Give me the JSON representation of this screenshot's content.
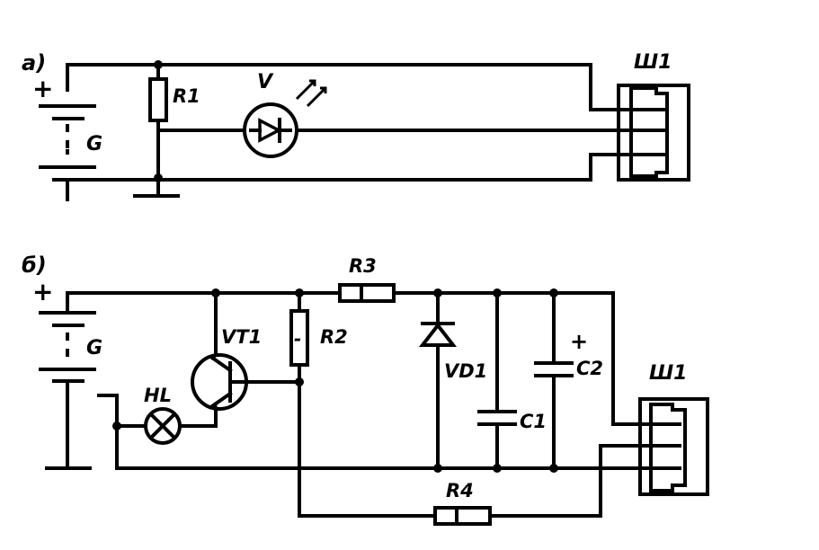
{
  "circuit_a": {
    "panel_label": "а)",
    "battery": {
      "polarity": "+",
      "label": "G"
    },
    "resistor": "R1",
    "indicator": "V",
    "connector": "Ш1"
  },
  "circuit_b": {
    "panel_label": "б)",
    "battery": {
      "polarity": "+",
      "label": "G"
    },
    "lamp": "HL",
    "transistor": "VT1",
    "resistor_r2": "R2",
    "resistor_r2_mark": "-",
    "resistor_r3": "R3",
    "resistor_r4": "R4",
    "diode": "VD1",
    "capacitor_c1": "C1",
    "capacitor_c2": "C2",
    "capacitor_c2_polarity": "+",
    "connector": "Ш1"
  }
}
